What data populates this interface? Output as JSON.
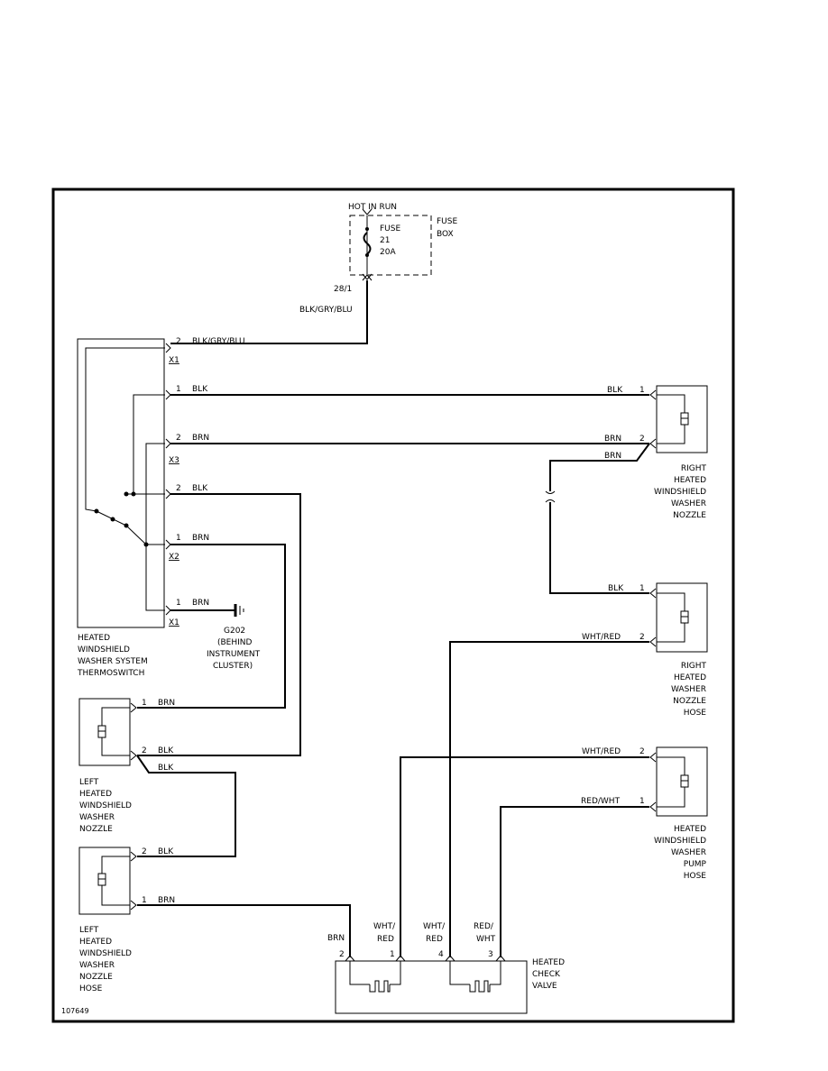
{
  "fuse_box": {
    "hot_label": "HOT IN RUN",
    "fuse_label": "FUSE",
    "fuse_number": "21",
    "fuse_rating": "20A",
    "box_label_1": "FUSE",
    "box_label_2": "BOX",
    "terminal": "28/1",
    "output_wire": "BLK/GRY/BLU"
  },
  "thermoswitch": {
    "name_lines": [
      "HEATED",
      "WINDSHIELD",
      "WASHER SYSTEM",
      "THERMOSWITCH"
    ],
    "connectors": {
      "x1": "X1",
      "x2": "X2",
      "x3": "X3"
    },
    "pins": [
      {
        "pin": "2",
        "wire": "BLK/GRY/BLU"
      },
      {
        "pin": "1",
        "wire": "BLK"
      },
      {
        "pin": "2",
        "wire": "BRN"
      },
      {
        "pin": "2",
        "wire": "BLK"
      },
      {
        "pin": "1",
        "wire": "BRN"
      },
      {
        "pin": "1",
        "wire": "BRN"
      }
    ]
  },
  "ground": {
    "name": "G202",
    "location_lines": [
      "(BEHIND",
      "INSTRUMENT",
      "CLUSTER)"
    ]
  },
  "right_nozzle": {
    "name_lines": [
      "RIGHT",
      "HEATED",
      "WINDSHIELD",
      "WASHER",
      "NOZZLE"
    ],
    "pins": [
      {
        "pin": "1",
        "wire": "BLK"
      },
      {
        "pin": "2",
        "wire": "BRN"
      }
    ],
    "jumper_wire": "BRN"
  },
  "right_nozzle_hose": {
    "name_lines": [
      "RIGHT",
      "HEATED",
      "WASHER",
      "NOZZLE",
      "HOSE"
    ],
    "pins": [
      {
        "pin": "1",
        "wire": "BLK"
      },
      {
        "pin": "2",
        "wire": "WHT/RED"
      }
    ]
  },
  "pump_hose": {
    "name_lines": [
      "HEATED",
      "WINDSHIELD",
      "WASHER",
      "PUMP",
      "HOSE"
    ],
    "pins": [
      {
        "pin": "2",
        "wire": "WHT/RED"
      },
      {
        "pin": "1",
        "wire": "RED/WHT"
      }
    ]
  },
  "left_nozzle": {
    "name_lines": [
      "LEFT",
      "HEATED",
      "WINDSHIELD",
      "WASHER",
      "NOZZLE"
    ],
    "pins": [
      {
        "pin": "1",
        "wire": "BRN"
      },
      {
        "pin": "2",
        "wire": "BLK"
      }
    ],
    "jumper_wire": "BLK"
  },
  "left_nozzle_hose": {
    "name_lines": [
      "LEFT",
      "HEATED",
      "WINDSHIELD",
      "WASHER",
      "NOZZLE",
      "HOSE"
    ],
    "pins": [
      {
        "pin": "2",
        "wire": "BLK"
      },
      {
        "pin": "1",
        "wire": "BRN"
      }
    ]
  },
  "check_valve": {
    "name_lines": [
      "HEATED",
      "CHECK",
      "VALVE"
    ],
    "pins": [
      {
        "pin": "2",
        "wire_lines": [
          "BRN"
        ]
      },
      {
        "pin": "1",
        "wire_lines": [
          "WHT/",
          "RED"
        ]
      },
      {
        "pin": "4",
        "wire_lines": [
          "WHT/",
          "RED"
        ]
      },
      {
        "pin": "3",
        "wire_lines": [
          "RED/",
          "WHT"
        ]
      }
    ]
  },
  "figure_id": "107649"
}
